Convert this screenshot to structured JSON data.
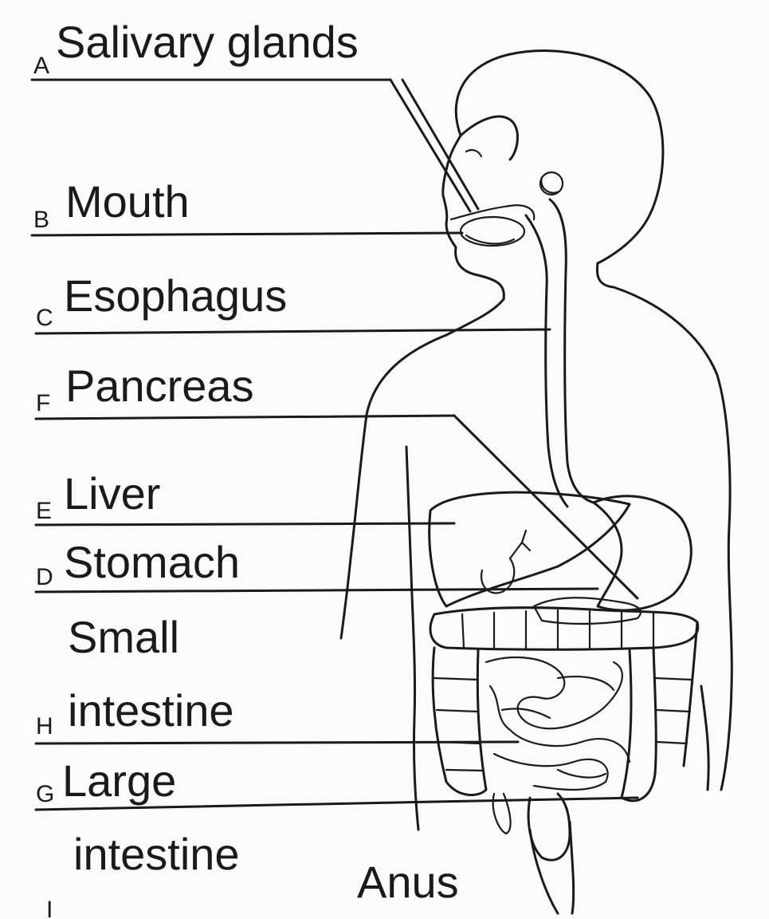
{
  "labels": {
    "salivary": {
      "letter": "A",
      "text": "Salivary glands"
    },
    "mouth": {
      "letter": "B",
      "text": "Mouth"
    },
    "esophagus": {
      "letter": "C",
      "text": "Esophagus"
    },
    "pancreas": {
      "letter": "F",
      "text": "Pancreas"
    },
    "liver": {
      "letter": "E",
      "text": "Liver"
    },
    "stomach": {
      "letter": "D",
      "text": "Stomach"
    },
    "small_line1": {
      "text": "Small"
    },
    "small_intestine": {
      "letter": "H",
      "text": "intestine"
    },
    "large": {
      "letter": "G",
      "text": "Large"
    },
    "large_line2": {
      "text": "intestine"
    },
    "anus_letter": {
      "letter": "I"
    },
    "anus": {
      "text": "Anus"
    }
  }
}
